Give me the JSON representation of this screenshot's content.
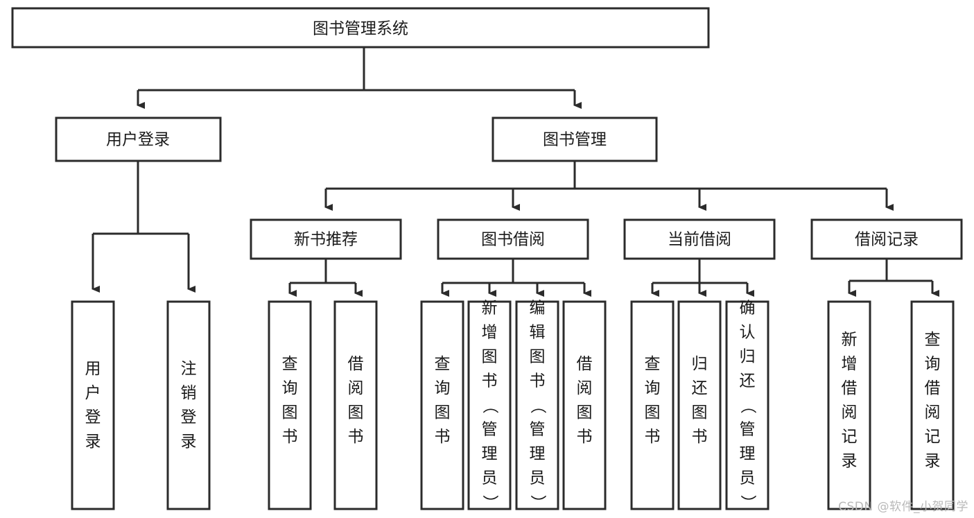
{
  "diagram": {
    "title": "图书管理系统",
    "type": "tree",
    "watermark": "CSDN @软件_小贺同学",
    "colors": {
      "stroke": "#2b2b2b",
      "box_fill": "#ffffff",
      "text": "#1a1a1a",
      "background": "#ffffff",
      "watermark": "#b9b9b9"
    },
    "root": {
      "id": "root",
      "label": "图书管理系统"
    },
    "level2": [
      {
        "id": "user-login",
        "label": "用户登录"
      },
      {
        "id": "book-manage",
        "label": "图书管理"
      }
    ],
    "level3": [
      {
        "id": "new-book-recommend",
        "label": "新书推荐",
        "parent": "book-manage"
      },
      {
        "id": "book-borrow",
        "label": "图书借阅",
        "parent": "book-manage"
      },
      {
        "id": "current-borrow",
        "label": "当前借阅",
        "parent": "book-manage"
      },
      {
        "id": "borrow-record",
        "label": "借阅记录",
        "parent": "book-manage"
      }
    ],
    "leaves": [
      {
        "id": "leaf-user-login",
        "label": "用户登录",
        "parent": "user-login"
      },
      {
        "id": "leaf-user-logout",
        "label": "注销登录",
        "parent": "user-login"
      },
      {
        "id": "leaf-query-book-1",
        "label": "查询图书",
        "parent": "new-book-recommend"
      },
      {
        "id": "leaf-borrow-book-1",
        "label": "借阅图书",
        "parent": "new-book-recommend"
      },
      {
        "id": "leaf-query-book-2",
        "label": "查询图书",
        "parent": "book-borrow"
      },
      {
        "id": "leaf-add-book",
        "label": "新增图书（管理员）",
        "parent": "book-borrow"
      },
      {
        "id": "leaf-edit-book",
        "label": "编辑图书（管理员）",
        "parent": "book-borrow"
      },
      {
        "id": "leaf-borrow-book-2",
        "label": "借阅图书",
        "parent": "book-borrow"
      },
      {
        "id": "leaf-query-book-3",
        "label": "查询图书",
        "parent": "current-borrow"
      },
      {
        "id": "leaf-return-book",
        "label": "归还图书",
        "parent": "current-borrow"
      },
      {
        "id": "leaf-confirm-return",
        "label": "确认归还（管理员）",
        "parent": "current-borrow"
      },
      {
        "id": "leaf-add-record",
        "label": "新增借阅记录",
        "parent": "borrow-record"
      },
      {
        "id": "leaf-query-record",
        "label": "查询借阅记录",
        "parent": "borrow-record"
      }
    ]
  }
}
